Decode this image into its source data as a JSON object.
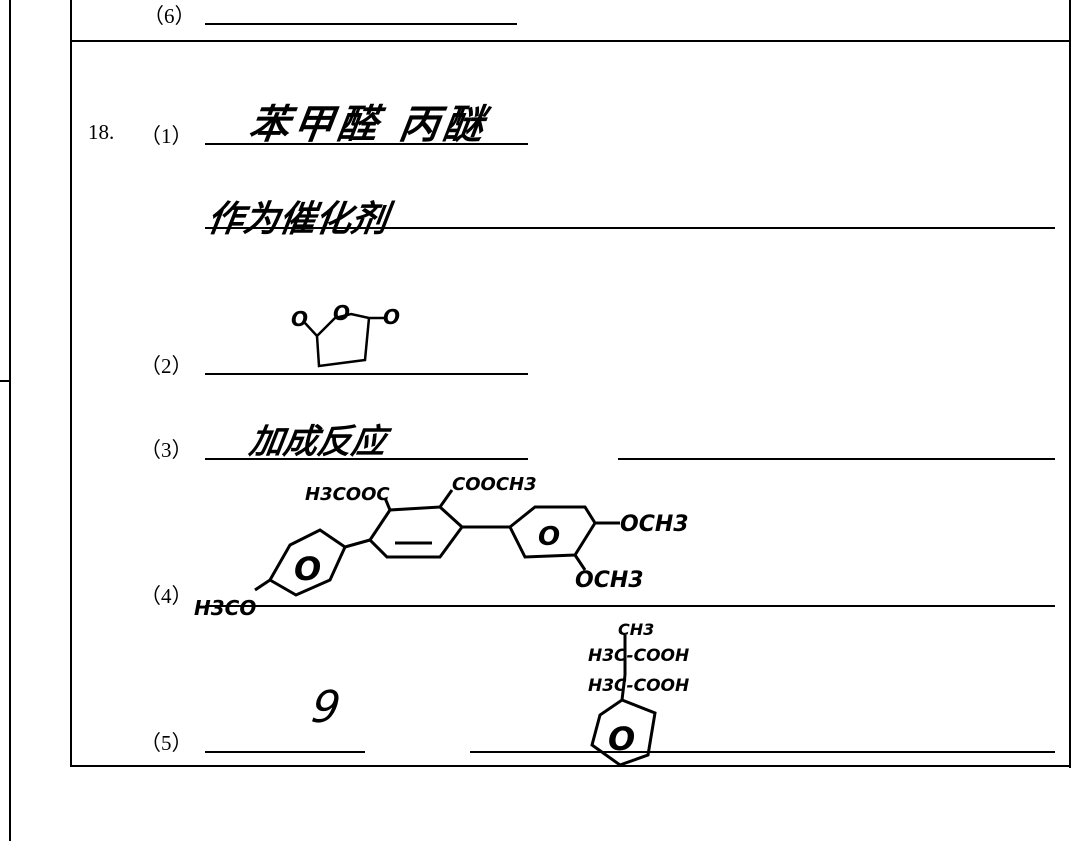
{
  "q6": {
    "label": "（6）"
  },
  "q18": {
    "number": "18.",
    "p1": {
      "label": "（1）",
      "answer_a": "苯甲醛 丙醚",
      "answer_b": "作为催化剂"
    },
    "p2": {
      "label": "（2）",
      "structure_atoms": [
        "O",
        "O",
        "O"
      ]
    },
    "p3": {
      "label": "（3）",
      "answer": "加成反应"
    },
    "p4": {
      "label": "（4）",
      "groups": {
        "left_top": "H3COOC",
        "right_top": "COOCH3",
        "ring_right": "OCH3",
        "ring_bottom": "OCH3",
        "left": "H3CO"
      },
      "ring_mark": "O"
    },
    "p5": {
      "label": "（5）",
      "answer": "9",
      "groups": {
        "top": "CH3",
        "c1": "H3C-COOH",
        "c2": "H3C-COOH"
      },
      "ring_mark": "O"
    }
  }
}
